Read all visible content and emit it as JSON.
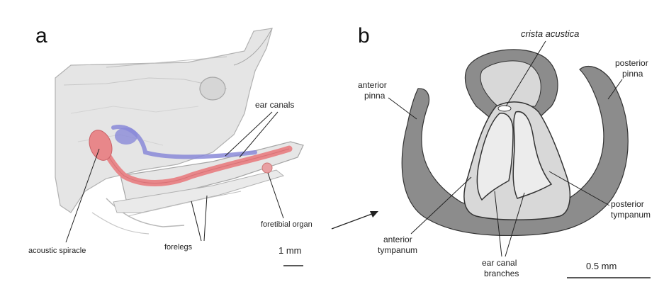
{
  "panel_a": {
    "letter": "a",
    "labels": {
      "ear_canals": "ear canals",
      "acoustic_spiracle": "acoustic spiracle",
      "forelegs": "forelegs",
      "foretibial_organ": "foretibial organ",
      "scale": "1 mm"
    }
  },
  "panel_b": {
    "letter": "b",
    "labels": {
      "crista_acustica": "crista acustica",
      "anterior_pinna_1": "anterior",
      "anterior_pinna_2": "pinna",
      "posterior_pinna_1": "posterior",
      "posterior_pinna_2": "pinna",
      "posterior_tympanum_1": "posterior",
      "posterior_tympanum_2": "tympanum",
      "anterior_tympanum_1": "anterior",
      "anterior_tympanum_2": "tympanum",
      "ear_canal_branches_1": "ear canal",
      "ear_canal_branches_2": "branches",
      "scale": "0.5 mm"
    }
  },
  "colors": {
    "canal_red": "#e8878a",
    "canal_blue": "#8a8ad8",
    "pinna_grey": "#8c8c8c",
    "tympanum_light": "#d8d8d8"
  }
}
